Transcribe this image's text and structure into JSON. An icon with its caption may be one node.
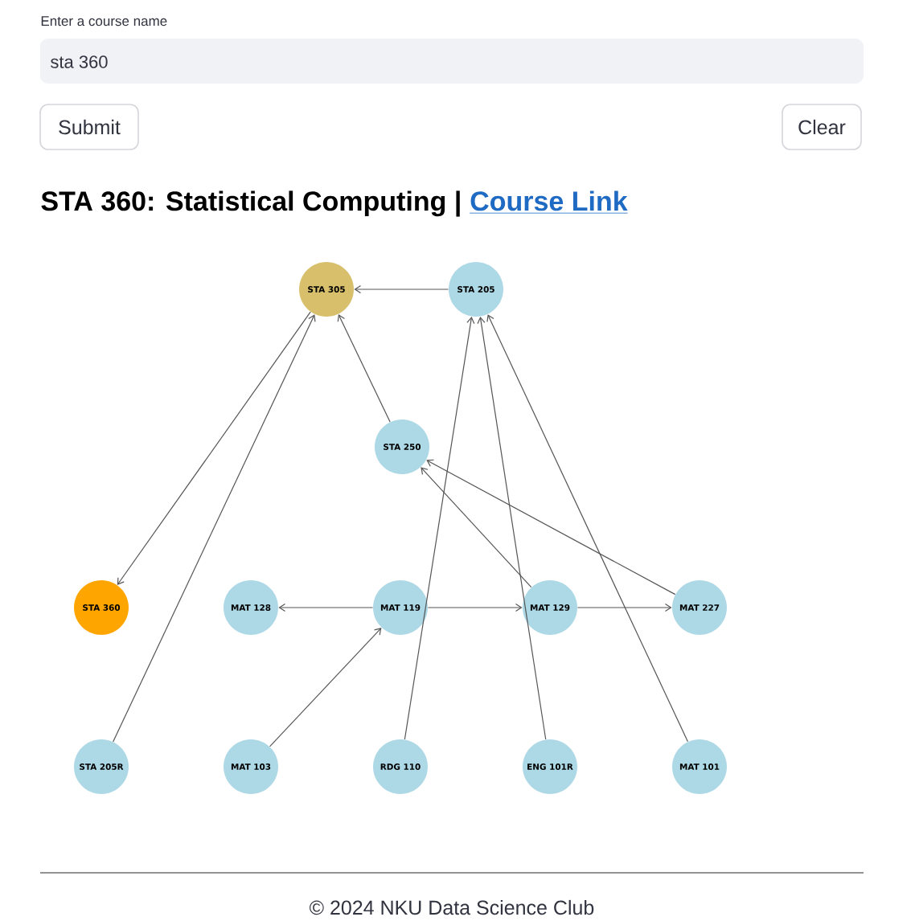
{
  "diagram": {
    "title": "STA 360: Statistical Computing |",
    "nodes": [
      {
        "text": [
          "STA 305"
        ]
      },
      {
        "text": [
          "STA 205"
        ]
      },
      {
        "text": [
          "STA 250"
        ]
      },
      {
        "text": [
          "STA 360"
        ]
      },
      {
        "text": [
          "MAT 128"
        ]
      },
      {
        "text": [
          "MAT 119"
        ]
      },
      {
        "text": [
          "MAT 129"
        ]
      },
      {
        "text": [
          "MAT 227"
        ]
      },
      {
        "text": [
          "STA 205R"
        ]
      },
      {
        "text": [
          "MAT 103"
        ]
      },
      {
        "text": [
          "RDG 110"
        ]
      },
      {
        "text": [
          "ENG 101R"
        ]
      },
      {
        "text": [
          "MAT 101"
        ]
      }
    ],
    "edges": [
      {
        "from": 1,
        "to": 0,
        "arrow": "to"
      },
      {
        "from": 2,
        "to": 0,
        "arrow": "to"
      },
      {
        "from": 0,
        "to": 3,
        "arrow": "to"
      },
      {
        "from": 8,
        "to": 0,
        "arrow": "to"
      },
      {
        "from": 10,
        "to": 1,
        "arrow": "to"
      },
      {
        "from": 11,
        "to": 1,
        "arrow": "to"
      },
      {
        "from": 12,
        "to": 1,
        "arrow": "to"
      },
      {
        "from": 6,
        "to": 2,
        "arrow": "to"
      },
      {
        "from": 7,
        "to": 2,
        "arrow": "to"
      },
      {
        "from": 5,
        "to": 4,
        "arrow": "to"
      },
      {
        "from": 5,
        "to": 6,
        "arrow": "to"
      },
      {
        "from": 6,
        "to": 7,
        "arrow": "to"
      },
      {
        "from": 9,
        "to": 5,
        "arrow": "to"
      }
    ],
    "labels": [
      "Enter a course name",
      "sta 360",
      "Submit",
      "Clear",
      "Course Link",
      "© 2024 NKU Data Science Club"
    ]
  }
}
